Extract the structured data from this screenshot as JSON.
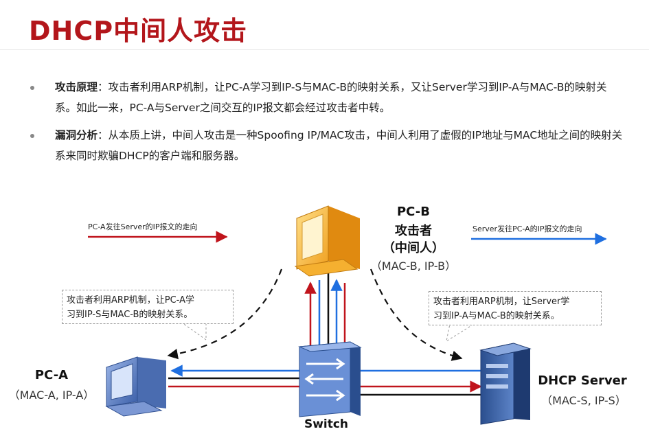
{
  "title": "DHCP中间人攻击",
  "bullets": [
    {
      "label": "攻击原理",
      "sep": "：",
      "text": "攻击者利用ARP机制，让PC-A学习到IP-S与MAC-B的映射关系，又让Server学习到IP-A与MAC-B的映射关系。如此一来，PC-A与Server之间交互的IP报文都会经过攻击者中转。"
    },
    {
      "label": "漏洞分析",
      "sep": "：",
      "text": "从本质上讲，中间人攻击是一种Spoofing IP/MAC攻击，中间人利用了虚假的IP地址与MAC地址之间的映射关系来同时欺骗DHCP的客户端和服务器。"
    }
  ],
  "legend": {
    "red": "PC-A发往Server的IP报文的走向",
    "blue": "Server发往PC-A的IP报文的走向"
  },
  "pcb": {
    "name": "PC-B",
    "role1": "攻击者",
    "role2": "（中间人）",
    "addr": "（MAC-B, IP-B）"
  },
  "pca": {
    "name": "PC-A",
    "addr": "（MAC-A, IP-A）"
  },
  "server": {
    "name": "DHCP Server",
    "addr": "（MAC-S, IP-S）"
  },
  "switch": {
    "name": "Switch"
  },
  "callout_left": {
    "line1": "攻击者利用ARP机制，让PC-A学",
    "line2": "习到IP-S与MAC-B的映射关系。"
  },
  "callout_right": {
    "line1": "攻击者利用ARP机制，让Server学",
    "line2": "习到IP-A与MAC-B的映射关系。"
  },
  "colors": {
    "title": "#b3161b",
    "red_flow": "#c0141c",
    "blue_flow": "#1f6fe0"
  },
  "icons": [
    "pc-b-computer-icon",
    "pc-a-computer-icon",
    "switch-icon",
    "server-tower-icon"
  ]
}
